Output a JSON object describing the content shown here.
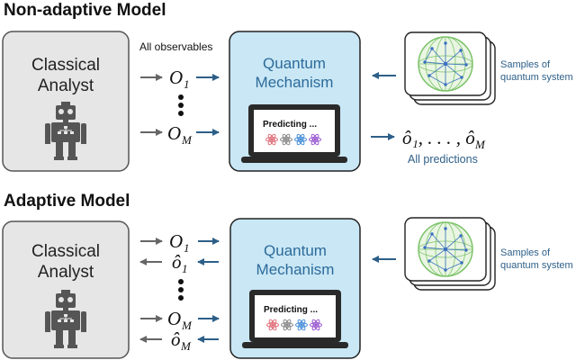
{
  "colors": {
    "analyst_fill": "#e6e6e6",
    "analyst_stroke": "#555555",
    "quantum_fill": "#c9e7f5",
    "quantum_stroke": "#222222",
    "arrow_blue": "#2d5f88",
    "arrow_gray": "#666666",
    "robot": "#555555",
    "sphere_green": "#7cc36a"
  },
  "non_adaptive": {
    "title": "Non-adaptive Model",
    "analyst_line1": "Classical",
    "analyst_line2": "Analyst",
    "observables_label": "All observables",
    "obs_first": "O",
    "obs_first_sub": "1",
    "obs_last": "O",
    "obs_last_sub": "M",
    "mechanism_line1": "Quantum",
    "mechanism_line2": "Mechanism",
    "screen_text": "Predicting ...",
    "samples_line1": "Samples of",
    "samples_line2": "quantum system",
    "predictions_formula": "ô₁, . . . , ô",
    "predictions_formula_sub": "M",
    "predictions_label": "All predictions"
  },
  "adaptive": {
    "title": "Adaptive Model",
    "analyst_line1": "Classical",
    "analyst_line2": "Analyst",
    "obs_1": "O",
    "obs_1_sub": "1",
    "pred_1": "ô",
    "pred_1_sub": "1",
    "obs_m": "O",
    "obs_m_sub": "M",
    "pred_m": "ô",
    "pred_m_sub": "M",
    "mechanism_line1": "Quantum",
    "mechanism_line2": "Mechanism",
    "screen_text": "Predicting ...",
    "samples_line1": "Samples of",
    "samples_line2": "quantum system"
  }
}
